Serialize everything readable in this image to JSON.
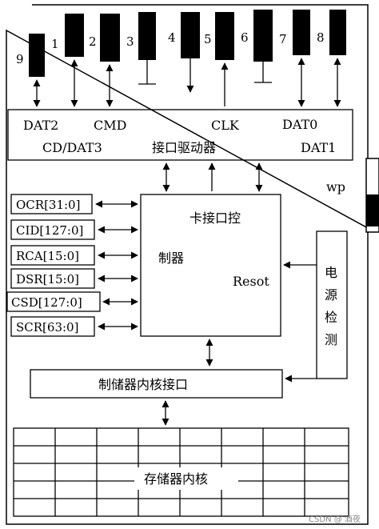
{
  "pins": [
    {
      "number": "9"
    },
    {
      "number": "1"
    },
    {
      "number": "2"
    },
    {
      "number": "3"
    },
    {
      "number": "4"
    },
    {
      "number": "5"
    },
    {
      "number": "6"
    },
    {
      "number": "7"
    },
    {
      "number": "8"
    }
  ],
  "interface_bus": {
    "labels": [
      "DAT2",
      "CMD",
      "CLK",
      "DAT0",
      "CD/DAT3",
      "DAT1"
    ],
    "title": "接口驱动器"
  },
  "wp_label": "wp",
  "registers": [
    "OCR[31:0]",
    "CID[127:0]",
    "RCA[15:0]",
    "DSR[15:0]",
    "CSD[127:0]",
    "SCR[63:0]"
  ],
  "controller": {
    "line1": "卡接口控",
    "line2": "制器",
    "reset": "Resot"
  },
  "power_detect": {
    "chars": [
      "电",
      "源",
      "检",
      "测"
    ]
  },
  "core_interface": {
    "label": "制储器内核接口"
  },
  "memory_core": {
    "label": "存储器内核"
  },
  "watermark": "CSDN @ 酒夜"
}
